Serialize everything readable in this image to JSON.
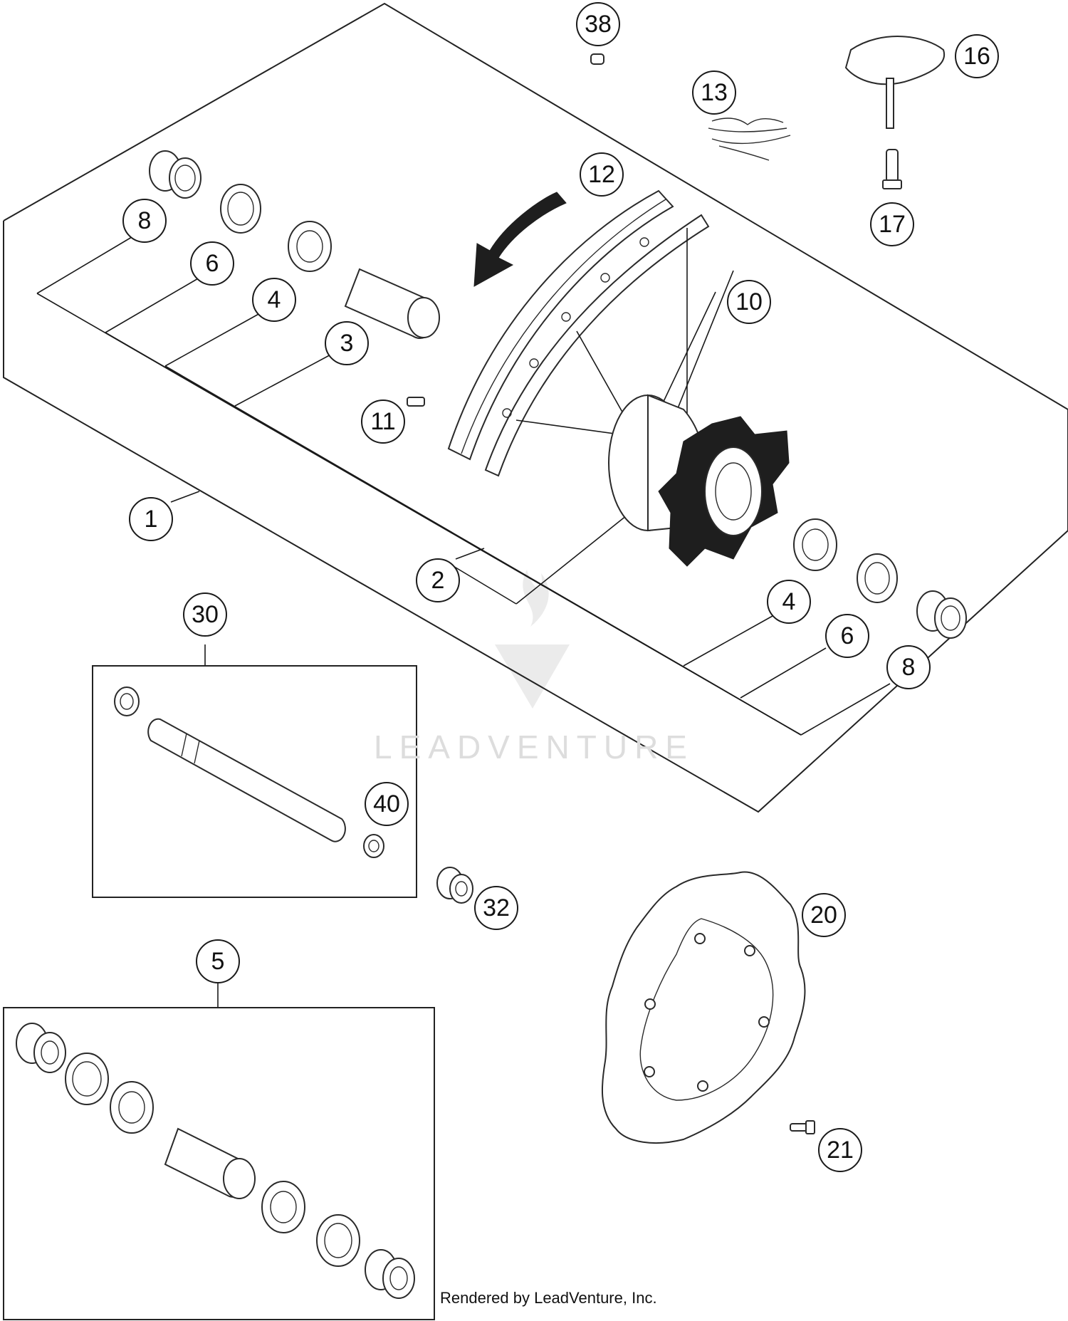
{
  "callouts": {
    "c1": "1",
    "c2": "2",
    "c3": "3",
    "c4a": "4",
    "c4b": "4",
    "c5": "5",
    "c6a": "6",
    "c6b": "6",
    "c8a": "8",
    "c8b": "8",
    "c10": "10",
    "c11": "11",
    "c12": "12",
    "c13": "13",
    "c16": "16",
    "c17": "17",
    "c20": "20",
    "c21": "21",
    "c30": "30",
    "c32": "32",
    "c38": "38",
    "c40": "40"
  },
  "watermark": "LEADVENTURE",
  "footer": "Rendered by LeadVenture, Inc."
}
